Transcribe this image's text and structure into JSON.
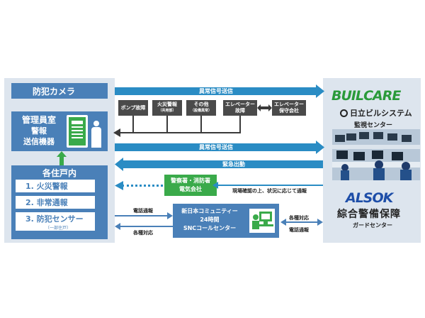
{
  "left": {
    "camera": "防犯カメラ",
    "manager_line1": "管理員室",
    "manager_line2": "警報",
    "manager_line3": "送信機器",
    "residents_title": "各住戸内",
    "items": [
      "1. 火災警報",
      "2. 非常通報",
      "3. 防犯センサー"
    ],
    "items_note": "（一部住戸）"
  },
  "arrows": {
    "abnormal_1": "異常信号送信",
    "abnormal_2": "異常信号送信",
    "emergency": "緊急出動",
    "site_check": "現場確認の上、状況に応じて通報",
    "phone_left": "電話通報",
    "response_left": "各種対応",
    "response_right": "各種対応",
    "phone_right": "電話通報"
  },
  "faults": {
    "pump": "ポンプ故障",
    "fire_line1": "火災警報",
    "fire_line2": "（共用部）",
    "other_line1": "その他",
    "other_line2": "（設備異常）",
    "elevator_line1": "エレベーター",
    "elevator_line2": "故障",
    "elevator_company_line1": "エレベーター",
    "elevator_company_line2": "保守会社"
  },
  "police": {
    "line1": "警察署・消防署",
    "line2": "電気会社"
  },
  "snc": {
    "line1": "新日本コミュニティー",
    "line2": "24時間",
    "line3": "SNCコールセンター"
  },
  "right": {
    "builcare_logo": "BUILCARE",
    "hitachi": "日立ビルシステム",
    "monitor_center": "監視センター",
    "alsok_logo": "ALSOK",
    "alsok_name": "綜合警備保障",
    "guard_center": "ガードセンター"
  },
  "colors": {
    "panel": "#dde5ee",
    "blue_box": "#4a80b8",
    "arrow": "#2a8cc4",
    "green": "#3aaa4a",
    "dark": "#4a4a4a",
    "builcare": "#2a9a3a",
    "alsok": "#1e4ea8"
  }
}
